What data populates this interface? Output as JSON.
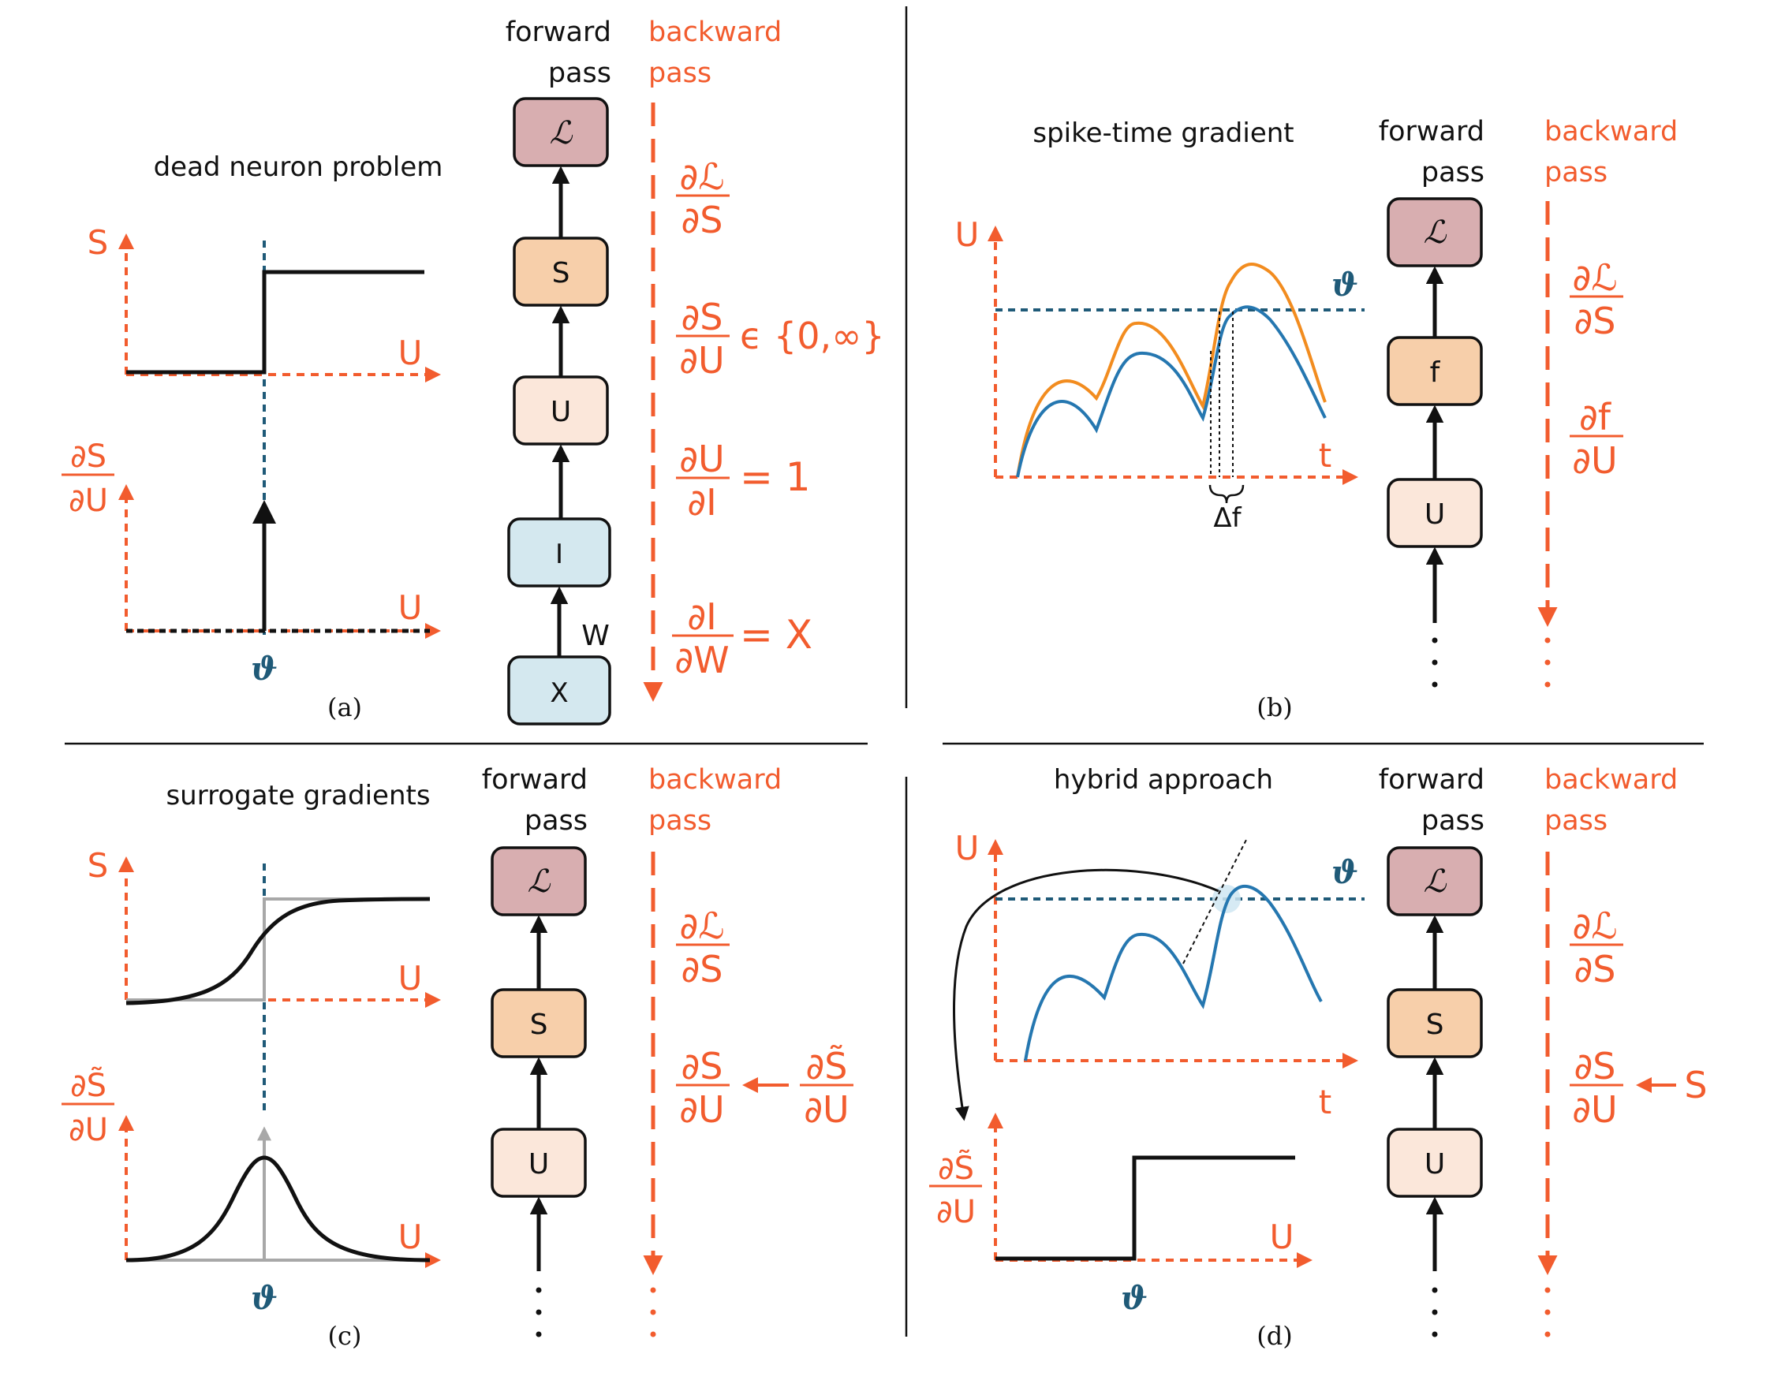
{
  "panel_a": {
    "title": "dead neuron problem",
    "caption": "(a)",
    "forward_label_1": "forward",
    "forward_label_2": "pass",
    "backward_label_1": "backward",
    "backward_label_2": "pass",
    "axis_S": "S",
    "axis_U_top": "U",
    "axis_dSdU_num": "∂S",
    "axis_dSdU_den": "∂U",
    "axis_U_bottom": "U",
    "theta": "ϑ",
    "nodes": [
      "ℒ",
      "S",
      "U",
      "I",
      "X"
    ],
    "weight": "W",
    "grad_1_num": "∂ℒ",
    "grad_1_den": "∂S",
    "grad_2_num": "∂S",
    "grad_2_den": "∂U",
    "grad_2_rhs": "ϵ {0,∞}",
    "grad_3_num": "∂U",
    "grad_3_den": "∂I",
    "grad_3_rhs": "= 1",
    "grad_4_num": "∂I",
    "grad_4_den": "∂W",
    "grad_4_rhs": "= X"
  },
  "panel_b": {
    "title": "spike-time gradient",
    "caption": "(b)",
    "forward_label_1": "forward",
    "forward_label_2": "pass",
    "backward_label_1": "backward",
    "backward_label_2": "pass",
    "axis_U": "U",
    "axis_t": "t",
    "theta": "ϑ",
    "delta": "Δf",
    "nodes": [
      "ℒ",
      "f",
      "U"
    ],
    "dots": "⋮",
    "grad_1_num": "∂ℒ",
    "grad_1_den": "∂S",
    "grad_2_num": "∂f",
    "grad_2_den": "∂U"
  },
  "panel_c": {
    "title": "surrogate gradients",
    "caption": "(c)",
    "forward_label_1": "forward",
    "forward_label_2": "pass",
    "backward_label_1": "backward",
    "backward_label_2": "pass",
    "axis_S": "S",
    "axis_U_top": "U",
    "axis_dSdU_num": "∂S̃",
    "axis_dSdU_den": "∂U",
    "axis_U_bottom": "U",
    "theta": "ϑ",
    "nodes": [
      "ℒ",
      "S",
      "U"
    ],
    "grad_1_num": "∂ℒ",
    "grad_1_den": "∂S",
    "grad_2_num": "∂S",
    "grad_2_den": "∂U",
    "grad_2_sub_num": "∂S̃",
    "grad_2_sub_den": "∂U"
  },
  "panel_d": {
    "title": "hybrid approach",
    "caption": "(d)",
    "forward_label_1": "forward",
    "forward_label_2": "pass",
    "backward_label_1": "backward",
    "backward_label_2": "pass",
    "axis_U": "U",
    "axis_t": "t",
    "axis_dSdU_num": "∂S̃",
    "axis_dSdU_den": "∂U",
    "axis_U_bottom": "U",
    "theta": "ϑ",
    "nodes": [
      "ℒ",
      "S",
      "U"
    ],
    "grad_1_num": "∂ℒ",
    "grad_1_den": "∂S",
    "grad_2_num": "∂S",
    "grad_2_den": "∂U",
    "grad_2_sub": "S"
  },
  "colors": {
    "orange": "#f25c2e",
    "blue": "#1f5a78",
    "node_L": "#d8aeb0",
    "node_S": "#f7cfaa",
    "node_U": "#fbe7da",
    "node_I": "#d4e8ef",
    "trace_orange": "#f28c1f",
    "trace_blue": "#2577b0"
  }
}
